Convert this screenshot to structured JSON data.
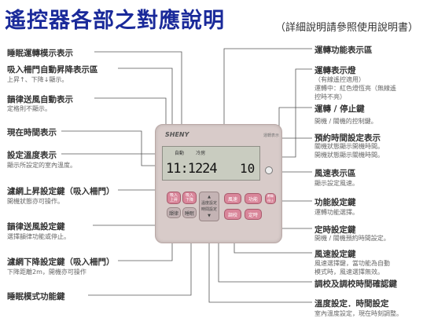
{
  "header": {
    "title": "遙控器各部之對應說明",
    "subtitle": "（詳細說明請參照使用說明書）"
  },
  "left_labels": [
    {
      "label": "睡眠運轉模示表示",
      "desc": ""
    },
    {
      "label": "吸入柵門自動昇降表示區",
      "desc": "上昇↑、下降↓顯示。"
    },
    {
      "label": "韻律送風自動表示",
      "desc": "定格則不顯示。"
    },
    {
      "label": "現在時間表示",
      "desc": ""
    },
    {
      "label": "設定溫度表示",
      "desc": "顯示所設定的室內溫度。"
    },
    {
      "label": "濾網上昇設定鍵（吸入柵門）",
      "desc": "開機狀態亦可操作。"
    },
    {
      "label": "韻律送風設定鍵",
      "desc": "選擇韻律功能或停止。"
    },
    {
      "label": "濾網下降設定鍵（吸入柵門）",
      "desc": "下降距離2m，開機亦可操作"
    },
    {
      "label": "睡眠模式功能鍵",
      "desc": ""
    }
  ],
  "right_labels": [
    {
      "label": "運轉功能表示區",
      "desc": ""
    },
    {
      "label": "運轉表示燈",
      "desc": "（有線遙控適用）\n運轉中：紅色燈恆亮（無線遙\n控時不亮）"
    },
    {
      "label": "運轉 / 停止鍵",
      "desc": "開機 / 關機的控制鍵。"
    },
    {
      "label": "預約時間設定表示",
      "desc": "關機狀態顯示開機時間。\n開機狀態顯示關機時間。"
    },
    {
      "label": "風速表示區",
      "desc": "顯示設定風速。"
    },
    {
      "label": "功能設定鍵",
      "desc": "運轉功能選擇。"
    },
    {
      "label": "定時設定鍵",
      "desc": "開機 / 關機預約時間設定。"
    },
    {
      "label": "風速設定鍵",
      "desc": "風速選擇鍵，當功能為自動\n模式時，風速選擇無效。"
    },
    {
      "label": "調校及調校時間確認鍵",
      "desc": ""
    },
    {
      "label": "溫度設定．時間設定",
      "desc": "室內溫度設定，現在時刻調整。"
    }
  ],
  "remote": {
    "brand": "SHENY",
    "small_label": "運轉表示",
    "lcd_top": "自動        冷房",
    "lcd_time": "11:1224",
    "lcd_temp": "10",
    "buttons": {
      "filter_up": "吸入\n上昇",
      "filter_down": "吸入\n下降",
      "swing": "韻律",
      "sleep": "睡眠",
      "pad": "▲\n溫度設定\n時間設定\n▼",
      "fan": "風速",
      "function": "功能",
      "power": "運轉/\n停止",
      "adjust": "調校",
      "timer": "定時"
    }
  }
}
